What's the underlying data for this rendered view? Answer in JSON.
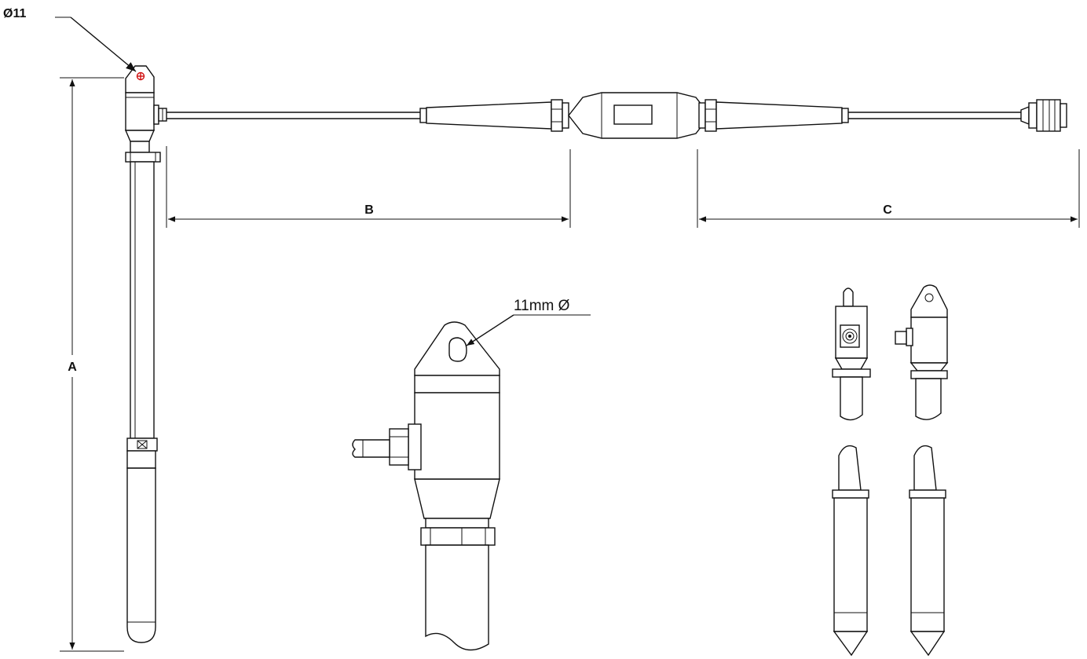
{
  "labels": {
    "eye_diameter": "Ø11",
    "dimension_a": "A",
    "dimension_b": "B",
    "dimension_c": "C",
    "detail_hole": "11mm Ø"
  },
  "colors": {
    "line": "#111111",
    "marker": "#d01010",
    "background": "#ffffff"
  },
  "icons": {
    "hole_marker": "crosshair-circle-icon",
    "arrow": "arrowhead-icon"
  }
}
